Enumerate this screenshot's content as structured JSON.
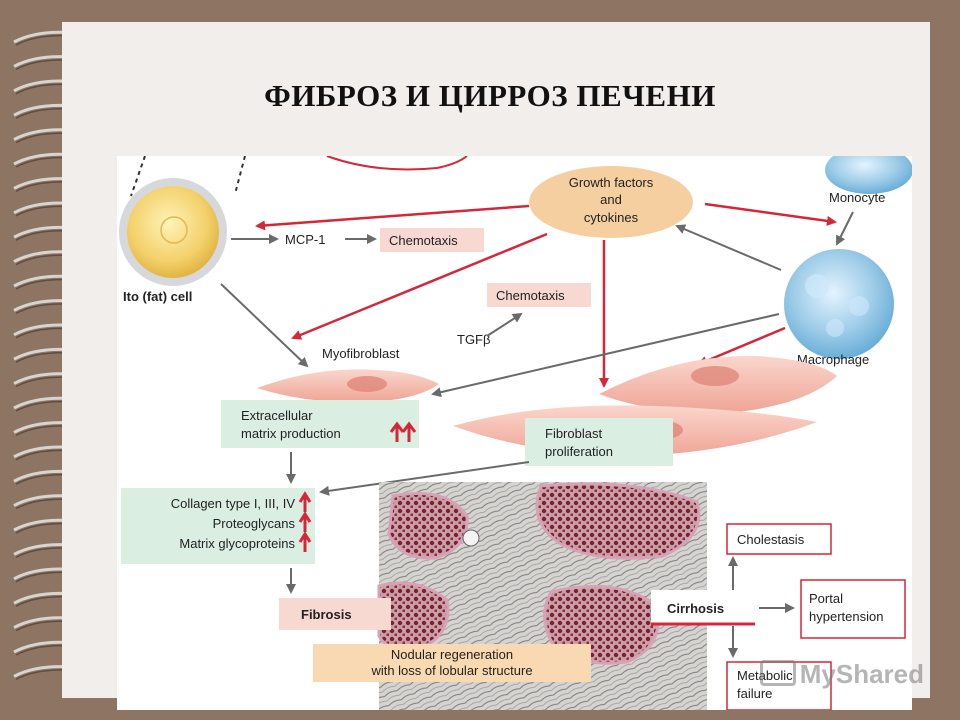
{
  "slide": {
    "title": "ФИБРОЗ И ЦИРРОЗ ПЕЧЕНИ",
    "watermark": "MyShared"
  },
  "diagram": {
    "ito_cell": "Ito (fat) cell",
    "mcp1": "MCP-1",
    "chemotaxis_1": "Chemotaxis",
    "growth_factors": [
      "Growth factors",
      "and",
      "cytokines"
    ],
    "monocyte": "Monocyte",
    "macrophage": "Macrophage",
    "chemotaxis_2": "Chemotaxis",
    "tgf": "TGFβ",
    "myofibroblast": "Myofibroblast",
    "ecm": [
      "Extracellular",
      "matrix production"
    ],
    "fibroblast": [
      "Fibroblast",
      "proliferation"
    ],
    "collagen": [
      "Collagen type I, III, IV",
      "Proteoglycans",
      "Matrix glycoproteins"
    ],
    "fibrosis": "Fibrosis",
    "nodular": [
      "Nodular regeneration",
      "with loss of lobular structure"
    ],
    "cirrhosis": "Cirrhosis",
    "cholestasis": "Cholestasis",
    "portal": [
      "Portal",
      "hypertension"
    ],
    "metabolic": [
      "Metabolic",
      "failure"
    ]
  },
  "colors": {
    "red_arrow": "#d6263a",
    "gray_arrow": "#6a6a6a",
    "label_green": "#dbeee2",
    "label_pink": "#f7d9d2",
    "label_orange": "#f8d9b2",
    "growth_oval": "#f6cfa1"
  }
}
